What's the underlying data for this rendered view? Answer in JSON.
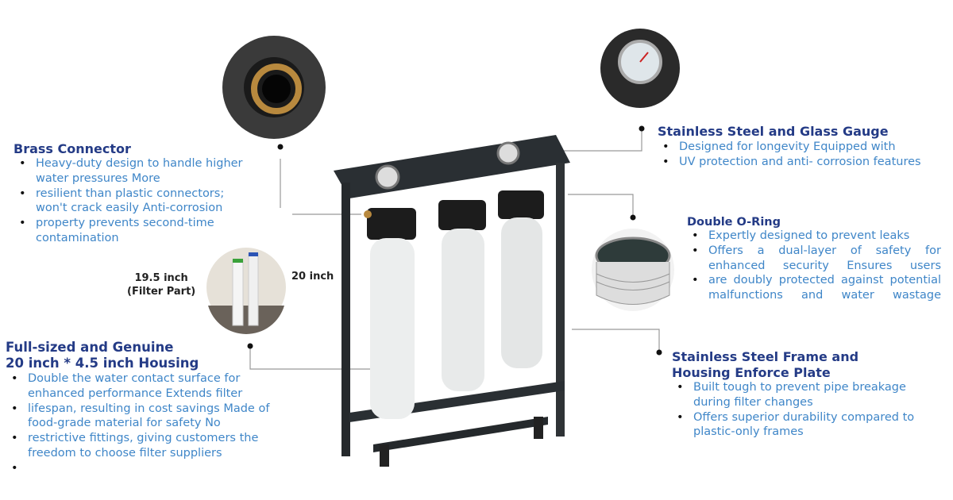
{
  "brass": {
    "title": "Brass Connector",
    "items": [
      "Heavy-duty design to handle higher water pressures More",
      "resilient than plastic connectors; won't crack easily Anti-corrosion",
      "property prevents second-time contamination"
    ]
  },
  "housing": {
    "title_line1": "Full-sized and Genuine",
    "title_line2": "20 inch * 4.5 inch Housing",
    "items": [
      "Double the water contact surface for enhanced performance Extends filter",
      "lifespan, resulting in cost savings Made of food-grade material for safety No",
      "restrictive fittings, giving customers the freedom to choose filter suppliers",
      ""
    ]
  },
  "gauge": {
    "title": "Stainless Steel and Glass Gauge",
    "items": [
      "Designed for longevity Equipped with",
      "UV protection and anti- corrosion features"
    ]
  },
  "oring": {
    "title": "Double O-Ring",
    "items": [
      "Expertly designed to prevent leaks",
      "Offers a dual-layer of safety for enhanced security Ensures users",
      "are doubly protected against potential malfunctions and water wastage"
    ]
  },
  "frame": {
    "title_line1": "Stainless Steel Frame and",
    "title_line2": "Housing Enforce Plate",
    "items": [
      "Built tough to prevent pipe breakage during filter changes",
      "Offers superior durability compared to plastic-only frames"
    ]
  },
  "filter_labels": {
    "left_line1": "19.5 inch",
    "left_line2": "(Filter Part)",
    "right": "20 inch"
  },
  "colors": {
    "heading": "#243b86",
    "body": "#3f86c8"
  }
}
